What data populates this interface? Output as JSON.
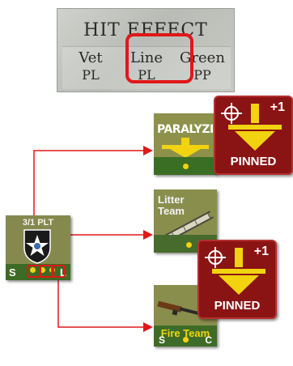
{
  "hit_effect": {
    "title": "HIT EFFECT",
    "columns": [
      {
        "header": "Vet",
        "value": "PL"
      },
      {
        "header": "Line",
        "value": "PL",
        "highlighted": true
      },
      {
        "header": "Green",
        "value": "PP"
      }
    ]
  },
  "platoon": {
    "label": "3/1 PLT",
    "left_letter": "S",
    "right_letter": "L"
  },
  "paralyzed": {
    "label": "PARALYZI"
  },
  "litter": {
    "label_line1": "Litter",
    "label_line2": "Team"
  },
  "fire_team": {
    "label": "Fire Team",
    "left_letter": "S",
    "right_letter": "C"
  },
  "pinned_top": {
    "modifier": "+1",
    "label": "PINNED"
  },
  "pinned_bottom": {
    "modifier": "+1",
    "label": "PINNED"
  },
  "colors": {
    "highlight_red": "#e01818",
    "counter_green": "#3f6a25",
    "pinned_red": "#8a1414",
    "arrow_yellow": "#f2d310"
  }
}
